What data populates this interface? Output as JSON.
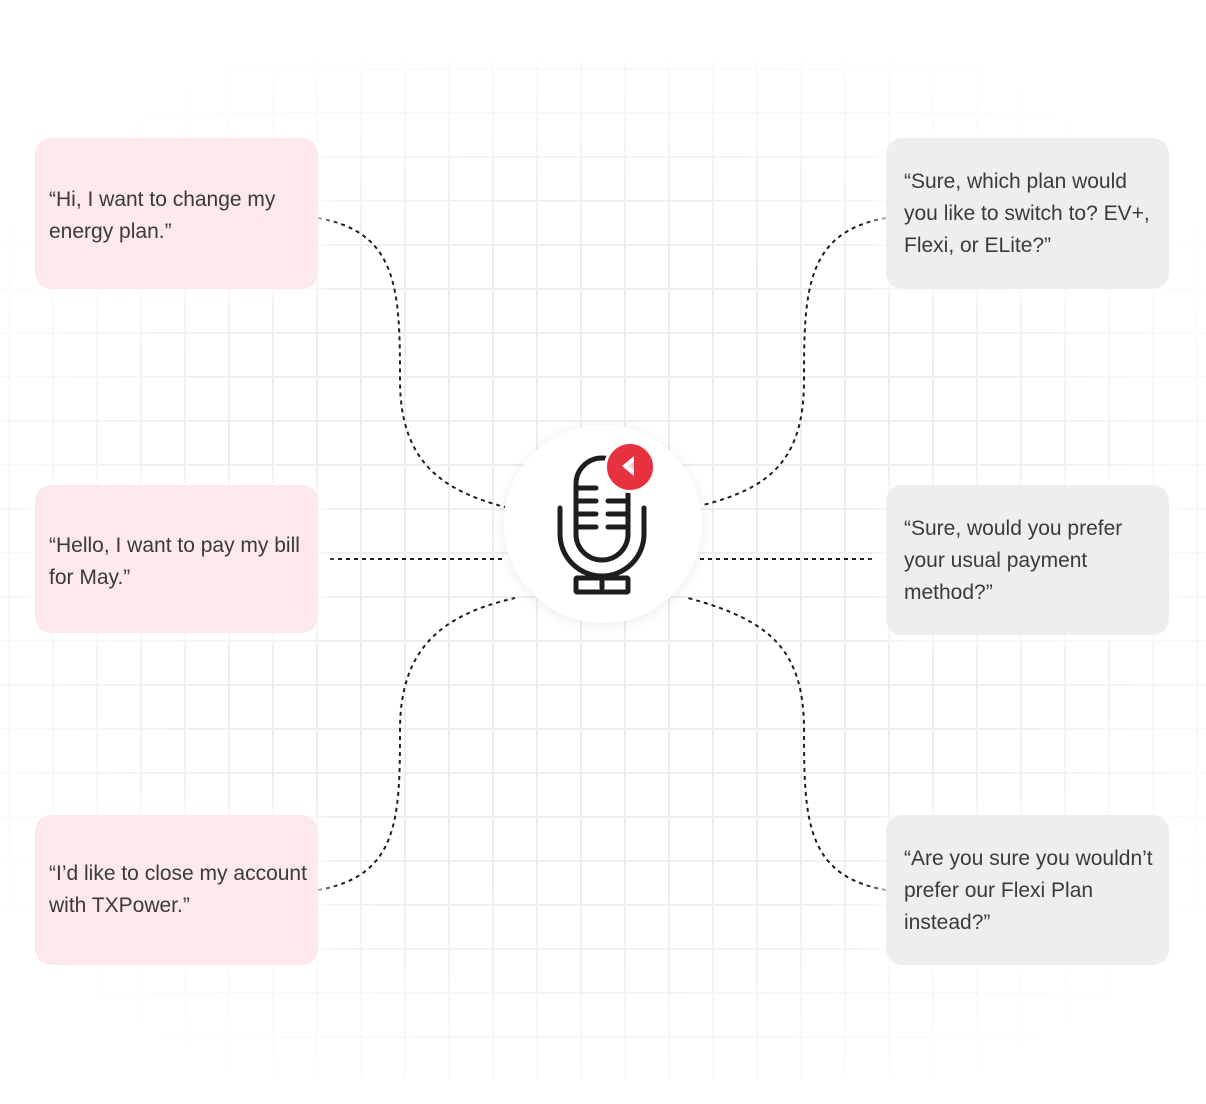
{
  "user_messages": [
    "“Hi, I want to change my energy plan.”",
    "“Hello, I want to pay my bill for May.”",
    "“I’d like to close my account with TXPower.”"
  ],
  "agent_messages": [
    "“Sure, which plan would you like to switch to? EV+, Flexi, or ELite?”",
    "“Sure, would you prefer your usual payment method?”",
    "“Are you sure you wouldn’t prefer our Flexi Plan instead?”"
  ],
  "center_icon": "microphone-icon",
  "badge_icon": "brand-logo-icon",
  "colors": {
    "user_bubble": "#fde8ea",
    "agent_bubble": "#edefee",
    "badge": "#e8313f",
    "icon_stroke": "#1e1e1e",
    "connector": "#1e1e1e"
  }
}
